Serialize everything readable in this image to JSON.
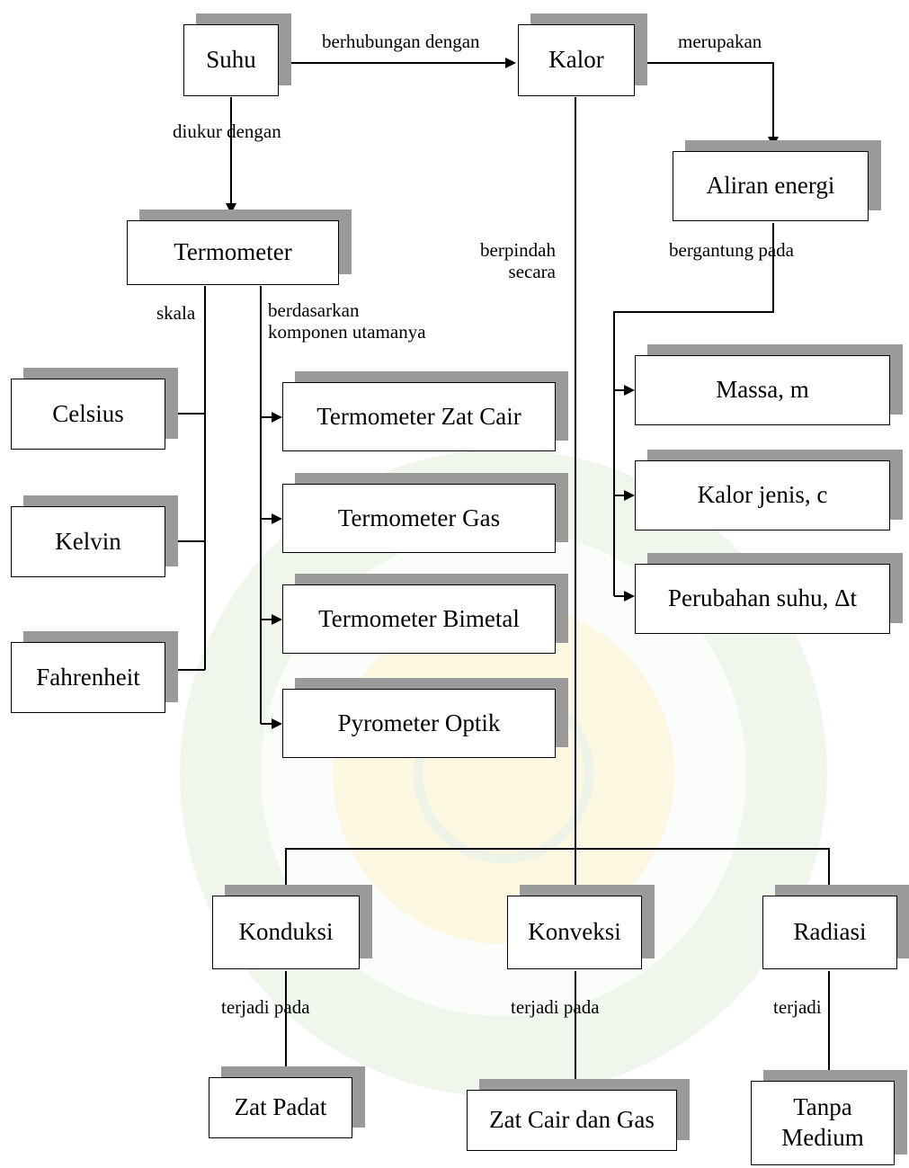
{
  "nodes": {
    "suhu": "Suhu",
    "kalor": "Kalor",
    "termometer": "Termometer",
    "aliran_energi": "Aliran energi",
    "celsius": "Celsius",
    "kelvin": "Kelvin",
    "fahrenheit": "Fahrenheit",
    "termometer_zat_cair": "Termometer Zat Cair",
    "termometer_gas": "Termometer Gas",
    "termometer_bimetal": "Termometer Bimetal",
    "pyrometer_optik": "Pyrometer Optik",
    "massa": "Massa, m",
    "kalor_jenis": "Kalor jenis, c",
    "perubahan_suhu": "Perubahan suhu, Δt",
    "konduksi": "Konduksi",
    "konveksi": "Konveksi",
    "radiasi": "Radiasi",
    "zat_padat": "Zat Padat",
    "zat_cair_gas": "Zat Cair dan Gas",
    "tanpa_medium": "Tanpa\nMedium"
  },
  "edge_labels": {
    "berhubungan": "berhubungan dengan",
    "merupakan": "merupakan",
    "diukur": "diukur dengan",
    "berpindah": "berpindah\nsecara",
    "bergantung": "bergantung pada",
    "skala": "skala",
    "berdasarkan": "berdasarkan\nkomponen utamanya",
    "terjadi_konduksi": "terjadi pada",
    "terjadi_konveksi": "terjadi pada",
    "terjadi_radiasi": "terjadi"
  },
  "colors": {
    "line": "#000000",
    "shadow": "#9a9a9a",
    "watermark_green": "#e3efdd",
    "watermark_yellow": "#fbf6de"
  }
}
